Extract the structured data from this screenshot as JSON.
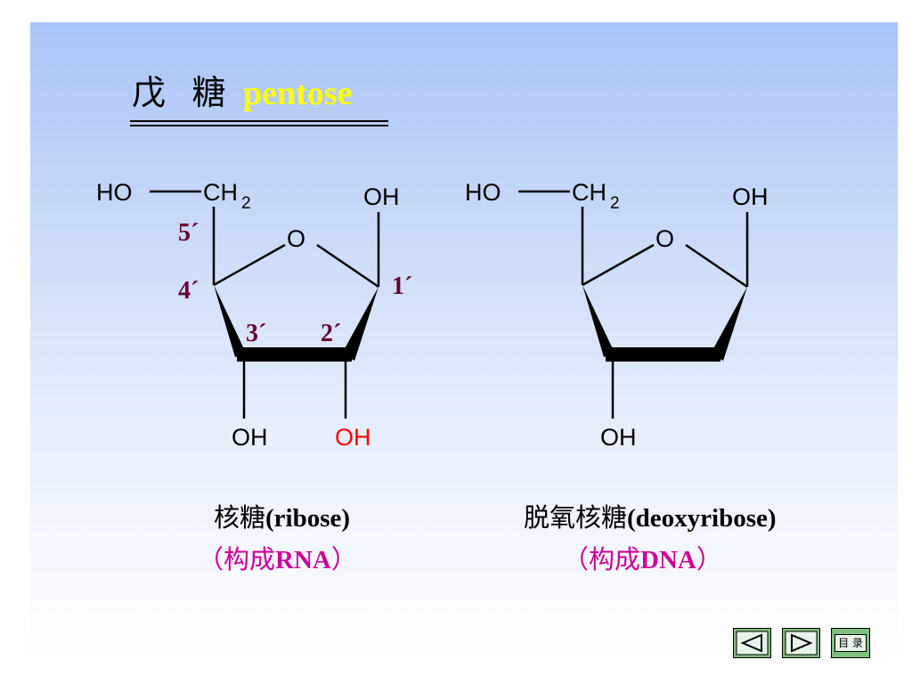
{
  "title": {
    "chinese": "戊 糖",
    "english": "pentose"
  },
  "ribose": {
    "atoms": {
      "ho_left": "HO",
      "ch": "CH",
      "ch_sub": "2",
      "ring_o": "O",
      "oh_c1": "OH",
      "oh_c3": "OH",
      "oh_c2": "OH"
    },
    "numbers": {
      "c5": "5´",
      "c4": "4´",
      "c3": "3´",
      "c2": "2´",
      "c1": "1´"
    },
    "caption": {
      "cn": "核糖",
      "en": "(ribose)"
    },
    "subcaption": {
      "pre": "（构成",
      "bold": "RNA",
      "post": "）"
    }
  },
  "deoxyribose": {
    "atoms": {
      "ho_left": "HO",
      "ch": "CH",
      "ch_sub": "2",
      "ring_o": "O",
      "oh_c1": "OH",
      "oh_c3": "OH"
    },
    "caption": {
      "cn": "脱氧核糖",
      "en": "(deoxyribose)"
    },
    "subcaption": {
      "pre": "（构成",
      "bold": "DNA",
      "post": "）"
    }
  },
  "nav": {
    "menu_label": "目 录"
  },
  "colors": {
    "title_english": "#ffff00",
    "number_labels": "#660033",
    "highlight_oh": "#ff0000",
    "subcaption": "#cc0099",
    "nav_button": "#7fbf7f"
  }
}
